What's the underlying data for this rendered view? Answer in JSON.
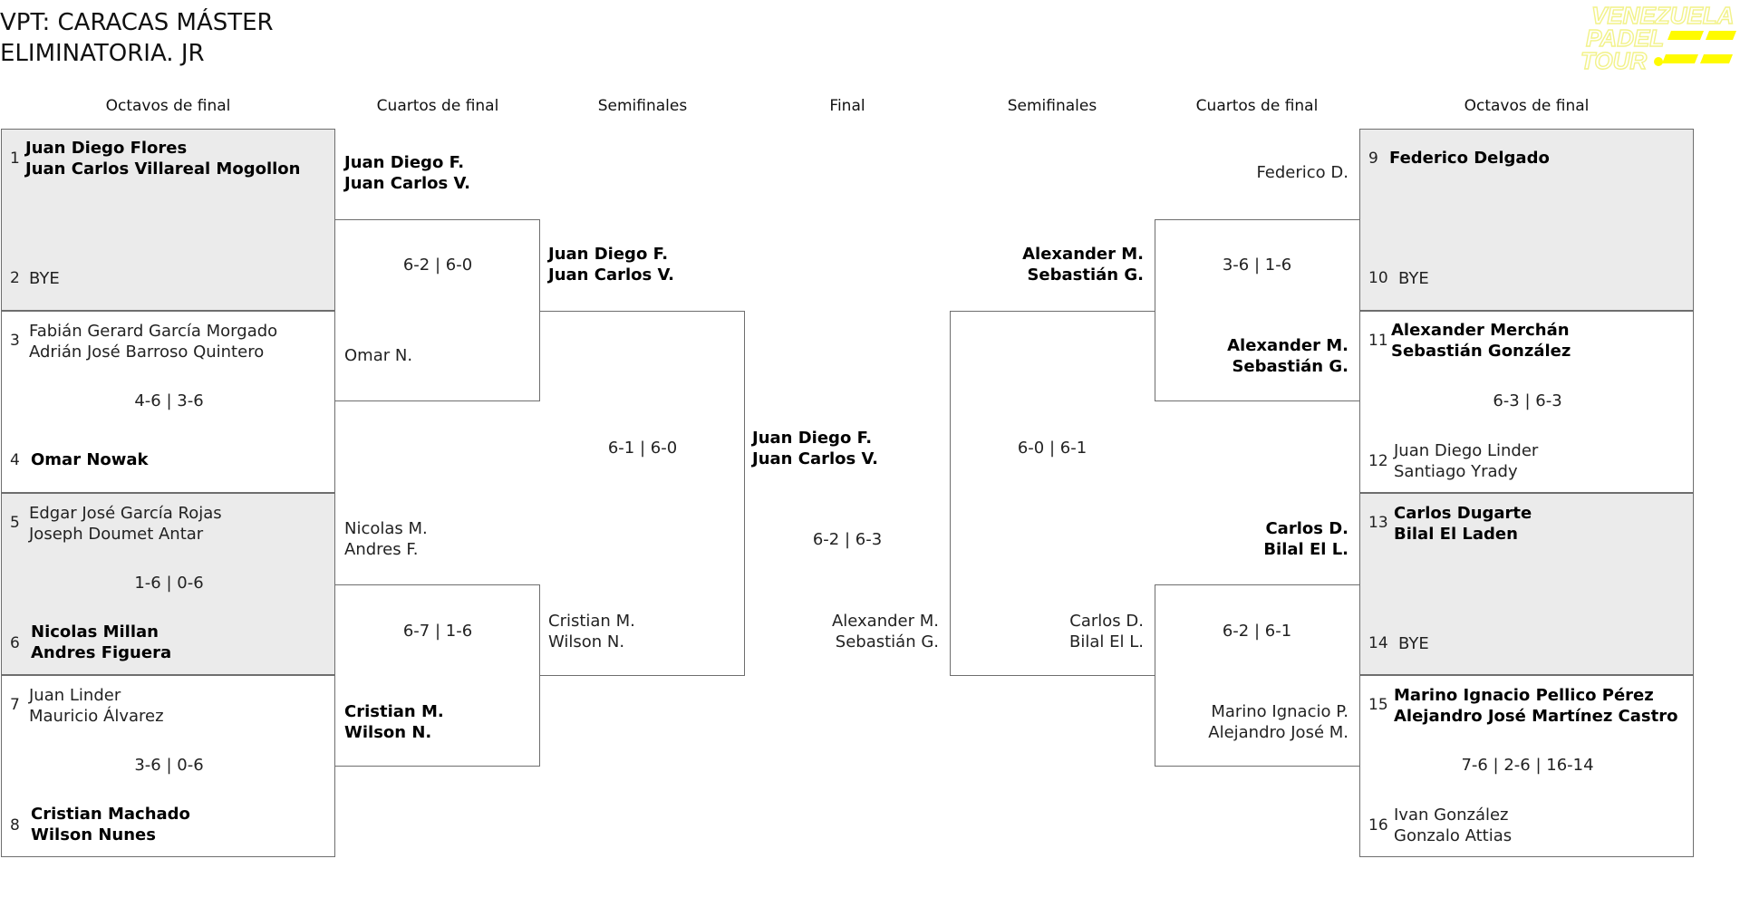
{
  "title": {
    "line1": "VPT: CARACAS MÁSTER",
    "line2": "ELIMINATORIA. JR"
  },
  "logo": {
    "text": "VENEZUELA PADEL TOUR",
    "colors": {
      "text": "#f5f75a",
      "accent": "#fffb00"
    }
  },
  "round_headers": {
    "left": [
      "Octavos de final",
      "Cuartos de final",
      "Semifinales"
    ],
    "center": "Final",
    "right": [
      "Semifinales",
      "Cuartos de final",
      "Octavos de final"
    ]
  },
  "round_of_16": {
    "left": [
      {
        "top": {
          "seed": "1",
          "names": [
            "Juan Diego Flores",
            "Juan Carlos Villareal Mogollon"
          ],
          "winner": true
        },
        "bottom": {
          "seed": "2",
          "names": [
            "BYE"
          ],
          "winner": false
        },
        "score": "",
        "shaded": true
      },
      {
        "top": {
          "seed": "3",
          "names": [
            "Fabián Gerard García Morgado",
            "Adrián José Barroso Quintero"
          ],
          "winner": false
        },
        "bottom": {
          "seed": "4",
          "names": [
            "Omar Nowak"
          ],
          "winner": true
        },
        "score": "4-6 | 3-6",
        "shaded": false
      },
      {
        "top": {
          "seed": "5",
          "names": [
            "Edgar José García Rojas",
            "Joseph Doumet Antar"
          ],
          "winner": false
        },
        "bottom": {
          "seed": "6",
          "names": [
            "Nicolas Millan",
            "Andres Figuera"
          ],
          "winner": true
        },
        "score": "1-6 | 0-6",
        "shaded": true
      },
      {
        "top": {
          "seed": "7",
          "names": [
            "Juan Linder",
            "Mauricio Álvarez"
          ],
          "winner": false
        },
        "bottom": {
          "seed": "8",
          "names": [
            "Cristian Machado",
            "Wilson Nunes"
          ],
          "winner": true
        },
        "score": "3-6 | 0-6",
        "shaded": false
      }
    ],
    "right": [
      {
        "top": {
          "seed": "9",
          "names": [
            "Federico Delgado"
          ],
          "winner": true
        },
        "bottom": {
          "seed": "10",
          "names": [
            "BYE"
          ],
          "winner": false
        },
        "score": "",
        "shaded": true
      },
      {
        "top": {
          "seed": "11",
          "names": [
            "Alexander Merchán",
            "Sebastián González"
          ],
          "winner": true
        },
        "bottom": {
          "seed": "12",
          "names": [
            "Juan Diego Linder",
            "Santiago Yrady"
          ],
          "winner": false
        },
        "score": "6-3 | 6-3",
        "shaded": false
      },
      {
        "top": {
          "seed": "13",
          "names": [
            "Carlos Dugarte",
            "Bilal El Laden"
          ],
          "winner": true
        },
        "bottom": {
          "seed": "14",
          "names": [
            "BYE"
          ],
          "winner": false
        },
        "score": "",
        "shaded": true
      },
      {
        "top": {
          "seed": "15",
          "names": [
            "Marino Ignacio Pellico Pérez",
            "Alejandro José Martínez Castro"
          ],
          "winner": true
        },
        "bottom": {
          "seed": "16",
          "names": [
            "Ivan González",
            "Gonzalo Attias"
          ],
          "winner": false
        },
        "score": "7-6 | 2-6 | 16-14",
        "shaded": false
      }
    ]
  },
  "quarterfinals": {
    "left": [
      {
        "top": {
          "names": [
            "Juan Diego F.",
            "Juan Carlos V."
          ],
          "winner": true
        },
        "bottom": {
          "names": [
            "Omar N."
          ],
          "winner": false
        },
        "score": "6-2 | 6-0"
      },
      {
        "top": {
          "names": [
            "Nicolas M.",
            "Andres F."
          ],
          "winner": false
        },
        "bottom": {
          "names": [
            "Cristian M.",
            "Wilson N."
          ],
          "winner": true
        },
        "score": "6-7 | 1-6"
      }
    ],
    "right": [
      {
        "top": {
          "names": [
            "Federico D."
          ],
          "winner": false
        },
        "bottom": {
          "names": [
            "Alexander M.",
            "Sebastián G."
          ],
          "winner": true
        },
        "score": "3-6 | 1-6"
      },
      {
        "top": {
          "names": [
            "Carlos D.",
            "Bilal El L."
          ],
          "winner": true
        },
        "bottom": {
          "names": [
            "Marino Ignacio P.",
            "Alejandro José M."
          ],
          "winner": false
        },
        "score": "6-2 | 6-1"
      }
    ]
  },
  "semifinals": {
    "left": {
      "top": {
        "names": [
          "Juan Diego F.",
          "Juan Carlos V."
        ],
        "winner": true
      },
      "bottom": {
        "names": [
          "Cristian M.",
          "Wilson N."
        ],
        "winner": false
      },
      "score": "6-1 | 6-0"
    },
    "right": {
      "top": {
        "names": [
          "Alexander M.",
          "Sebastián G."
        ],
        "winner": true
      },
      "bottom": {
        "names": [
          "Carlos D.",
          "Bilal El L."
        ],
        "winner": false
      },
      "score": "6-0 | 6-1"
    }
  },
  "final": {
    "top": {
      "names": [
        "Juan Diego F.",
        "Juan Carlos V."
      ],
      "winner": true
    },
    "bottom": {
      "names": [
        "Alexander M.",
        "Sebastián G."
      ],
      "winner": false
    },
    "score": "6-2 | 6-3"
  }
}
